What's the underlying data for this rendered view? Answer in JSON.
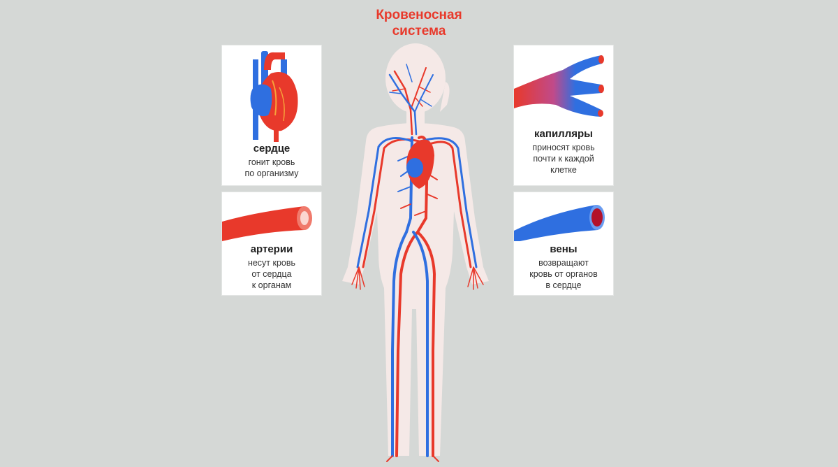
{
  "title": {
    "line1": "Кровеносная",
    "line2": "система"
  },
  "cards": {
    "heart": {
      "label": "сердце",
      "desc": [
        "гонит кровь",
        "по организму"
      ]
    },
    "arteries": {
      "label": "артерии",
      "desc": [
        "несут кровь",
        "от сердца",
        "к органам"
      ]
    },
    "capillaries": {
      "label": "капилляры",
      "desc": [
        "приносят кровь",
        "почти к каждой",
        "клетке"
      ]
    },
    "veins": {
      "label": "вены",
      "desc": [
        "возвращают",
        "кровь от органов",
        "в сердце"
      ]
    }
  },
  "colors": {
    "artery_red": "#e8392b",
    "vein_blue": "#2f6fe0",
    "background": "#d5d8d6",
    "silhouette": "#f5e9e7"
  }
}
